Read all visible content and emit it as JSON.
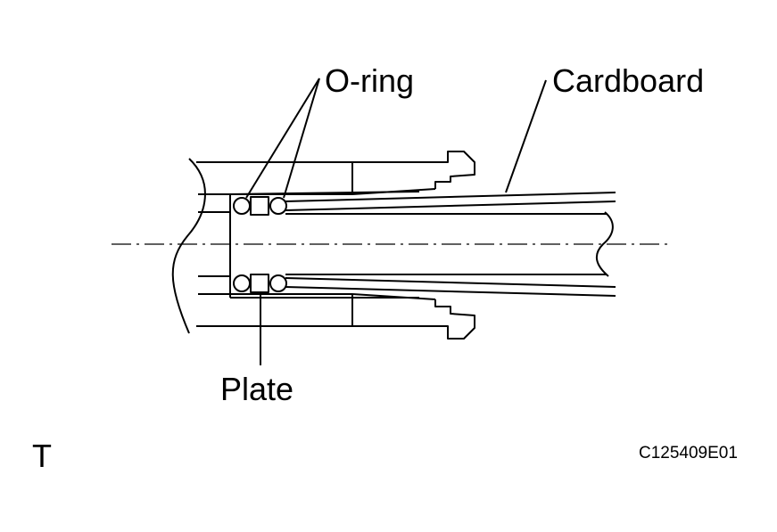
{
  "labels": {
    "o_ring": "O-ring",
    "cardboard": "Cardboard",
    "plate": "Plate",
    "corner_mark": "T",
    "figure_code": "C125409E01"
  },
  "colors": {
    "line": "#000000",
    "background": "#ffffff"
  }
}
